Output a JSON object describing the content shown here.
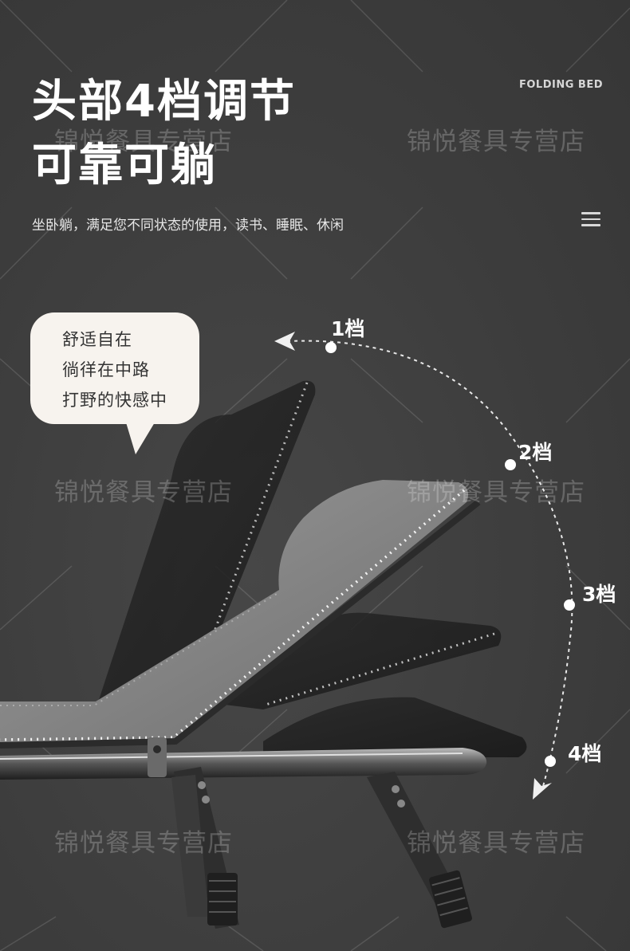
{
  "header": {
    "title_line1": "头部4档调节",
    "title_line2": "可靠可躺",
    "brand_tag": "FOLDING BED",
    "subtitle": "坐卧躺，满足您不同状态的使用，读书、睡眠、休闲"
  },
  "bubble": {
    "lines": [
      "舒适自在",
      "徜徉在中路",
      "打野的快感中"
    ]
  },
  "gears": {
    "labels": [
      "1档",
      "2档",
      "3档",
      "4档"
    ]
  },
  "watermark": {
    "text": "锦悦餐具专营店"
  },
  "icons": {
    "menu": "menu-icon"
  },
  "colors": {
    "background": "#3c3c3c",
    "headline": "#ffffff",
    "bubble": "#f7f3ee",
    "cushion_gray": "#8a8a8a"
  }
}
